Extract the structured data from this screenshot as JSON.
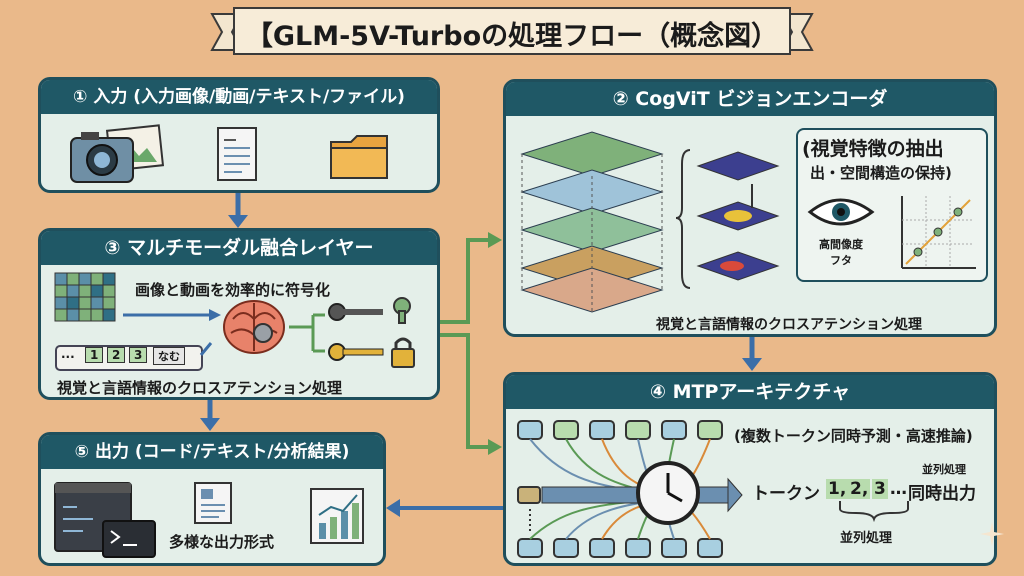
{
  "title": "【GLM-5V-Turboの処理フロー（概念図）",
  "panels": {
    "input": {
      "header": "① 入力 (入力画像/動画/テキスト/ファイル)",
      "icons": [
        "camera-icon",
        "photo-icon",
        "document-icon",
        "folder-icon"
      ]
    },
    "vit": {
      "header": "② CogViT ビジョンエンコーダ",
      "box_title": "(視覚特徴の抽出",
      "box_subtitle": "出・空間構造の保持)",
      "eye_label": "高間像度\nフタ",
      "caption": "視覚と言語情報のクロスアテンション処理"
    },
    "fusion": {
      "header": "③ マルチモーダル融合レイヤー",
      "line1": "画像と動画を効率的に符号化",
      "tokens": [
        "...",
        "1",
        "2",
        "3",
        "なむ"
      ],
      "caption": "視覚と言語情報のクロスアテンション処理"
    },
    "mtp": {
      "header": "④ MTPアーキテクチャ",
      "subtitle": "(複数トークン同時予測・高速推論)",
      "token_label": "トークン",
      "token_values": [
        "1,",
        "2,",
        "3"
      ],
      "ellipsis": "…",
      "output_label": "同時出力",
      "parallel_top": "並列処理",
      "parallel_bottom": "並列処理"
    },
    "output": {
      "header": "⑤ 出力 (コード/テキスト/分析結果)",
      "caption": "多様な出力形式"
    }
  },
  "colors": {
    "header": "#1f5866",
    "panel": "#e4efe9",
    "background": "#eab98a",
    "arrow_green": "#5a9a55",
    "arrow_blue": "#3b6ea8"
  }
}
